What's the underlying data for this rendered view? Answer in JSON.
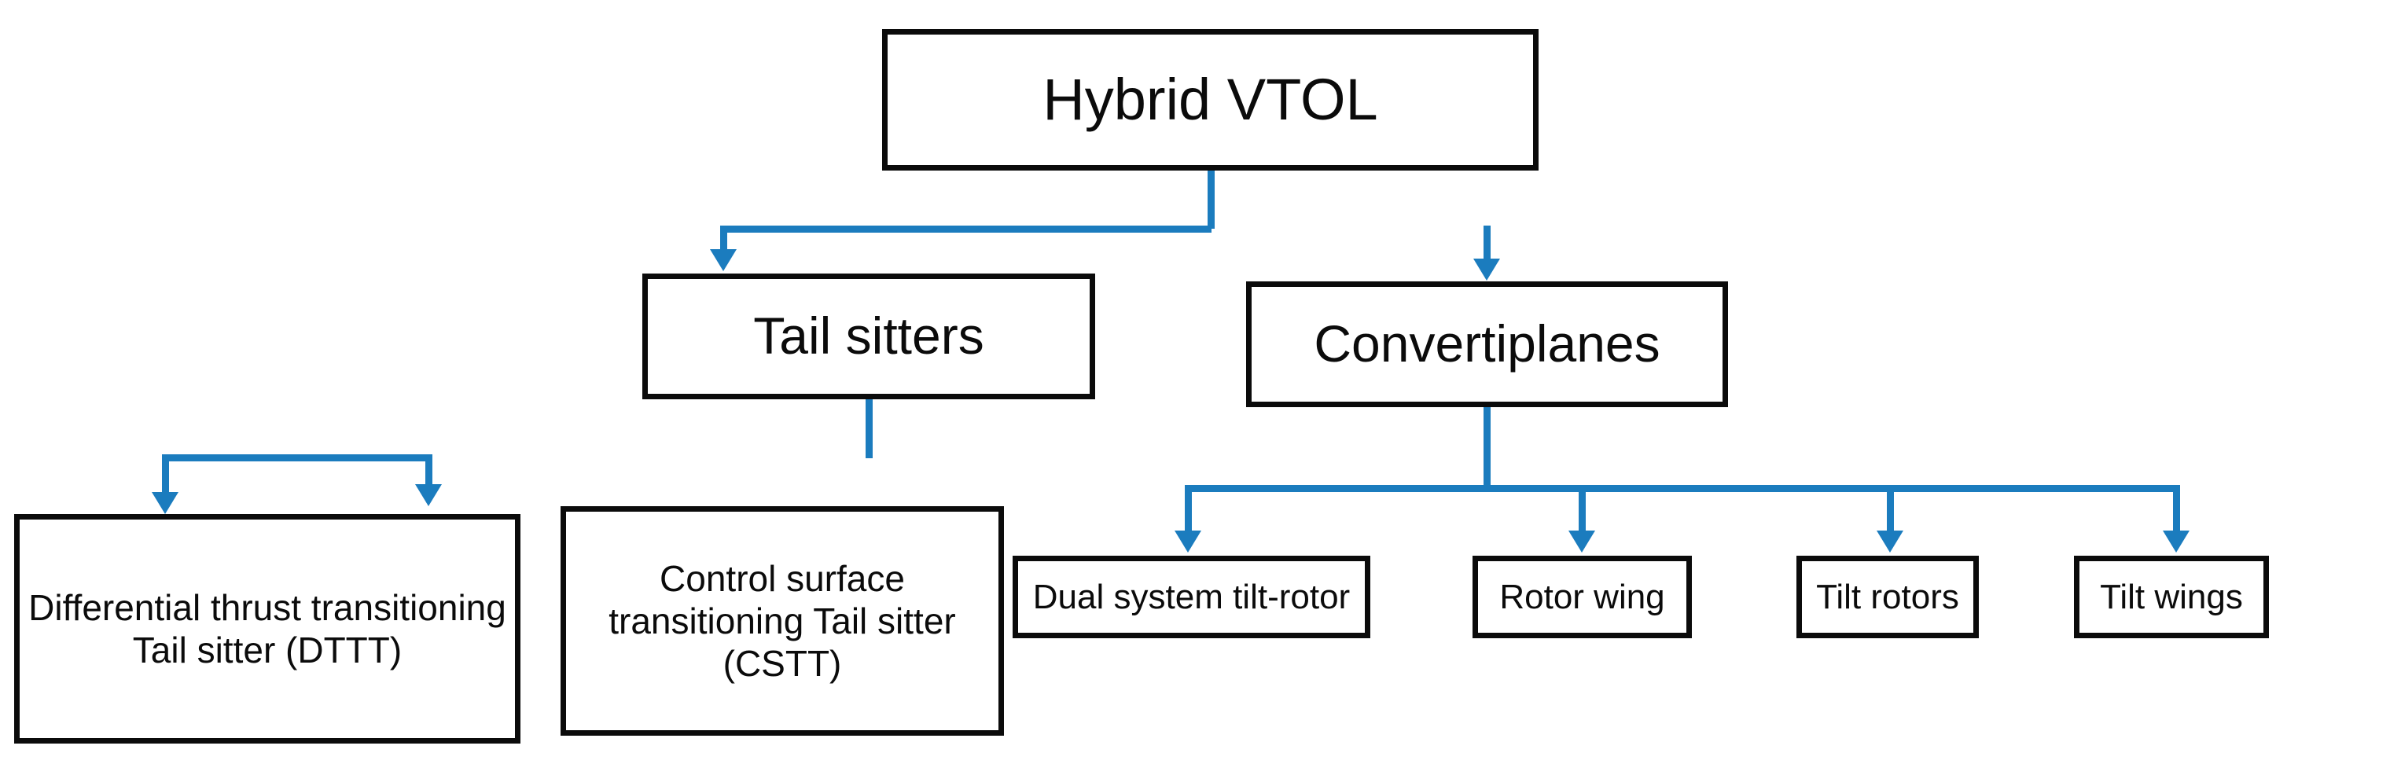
{
  "diagram": {
    "type": "tree",
    "title_node": "Hybrid VTOL",
    "accent_color": "#1b7cbe",
    "node_border_color": "#0b0b0b",
    "background_color": "#ffffff",
    "levels": [
      {
        "level": 0,
        "nodes": [
          {
            "id": "hybrid-vtol",
            "label": "Hybrid VTOL"
          }
        ]
      },
      {
        "level": 1,
        "nodes": [
          {
            "id": "tail-sitters",
            "label": "Tail sitters",
            "parent": "hybrid-vtol"
          },
          {
            "id": "convertiplanes",
            "label": "Convertiplanes",
            "parent": "hybrid-vtol"
          }
        ]
      },
      {
        "level": 2,
        "nodes": [
          {
            "id": "dttt",
            "label": "Differential thrust transitioning Tail sitter (DTTT)",
            "parent": "tail-sitters"
          },
          {
            "id": "cstt",
            "label": "Control surface transitioning Tail sitter (CSTT)",
            "parent": "tail-sitters"
          },
          {
            "id": "dual-system-tilt-rotor",
            "label": "Dual system tilt-rotor",
            "parent": "convertiplanes"
          },
          {
            "id": "rotor-wing",
            "label": "Rotor wing",
            "parent": "convertiplanes"
          },
          {
            "id": "tilt-rotors",
            "label": "Tilt rotors",
            "parent": "convertiplanes"
          },
          {
            "id": "tilt-wings",
            "label": "Tilt wings",
            "parent": "convertiplanes"
          }
        ]
      }
    ]
  }
}
